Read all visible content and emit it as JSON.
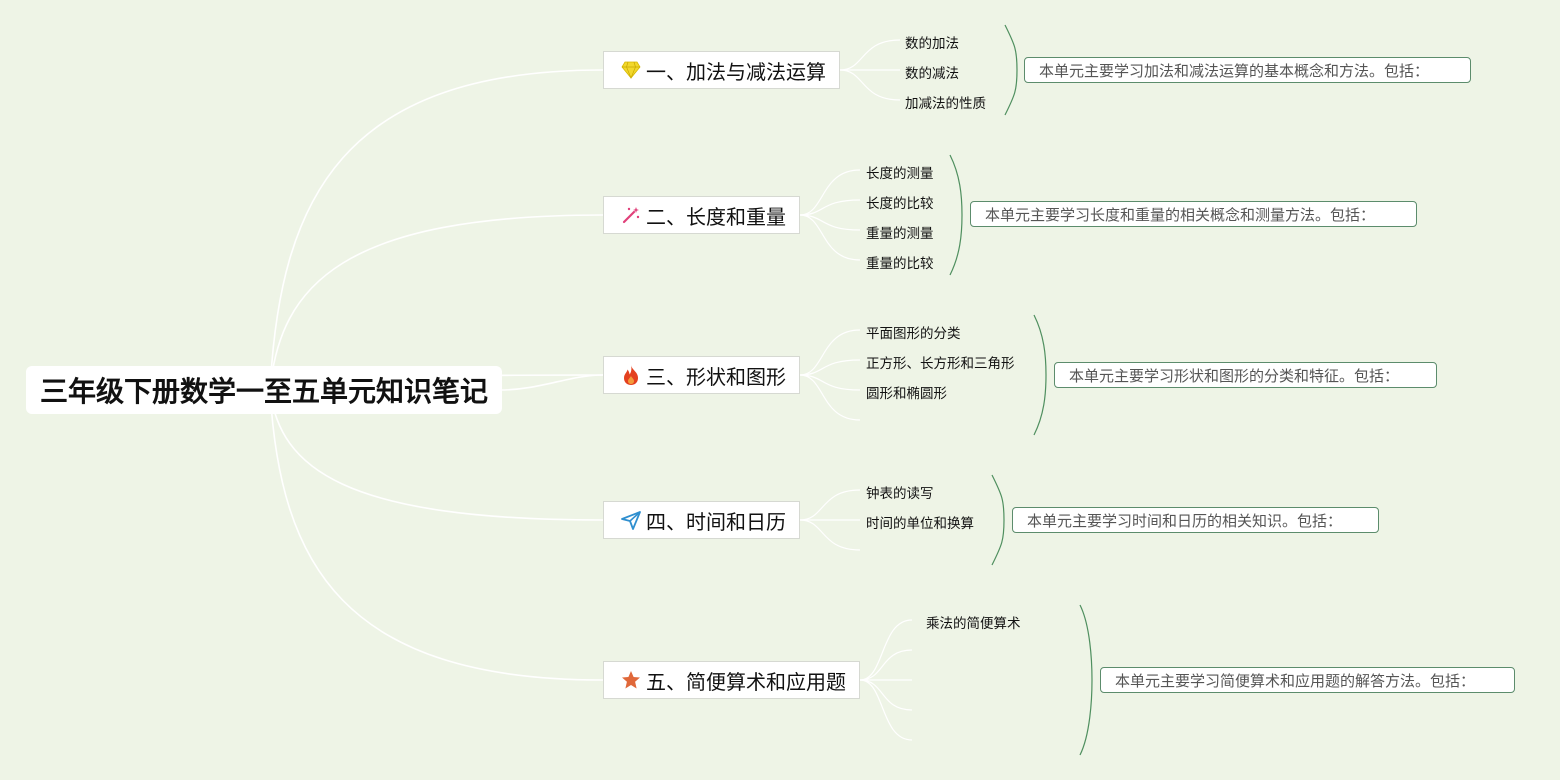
{
  "root": {
    "title": "三年级下册数学一至五单元知识笔记"
  },
  "branches": [
    {
      "title": "一、加法与减法运算",
      "icon": "diamond-icon",
      "icon_color": "#f2d82c",
      "leaves": [
        "数的加法",
        "数的减法",
        "加减法的性质"
      ],
      "summary": "本单元主要学习加法和减法运算的基本概念和方法。包括："
    },
    {
      "title": "二、长度和重量",
      "icon": "magic-wand-icon",
      "icon_color": "#e0407a",
      "leaves": [
        "长度的测量",
        "长度的比较",
        "重量的测量",
        "重量的比较"
      ],
      "summary": "本单元主要学习长度和重量的相关概念和测量方法。包括："
    },
    {
      "title": "三、形状和图形",
      "icon": "fire-icon",
      "icon_color": "#e4411f",
      "leaves": [
        "平面图形的分类",
        "正方形、长方形和三角形",
        "圆形和椭圆形"
      ],
      "summary": "本单元主要学习形状和图形的分类和特征。包括："
    },
    {
      "title": "四、时间和日历",
      "icon": "paper-plane-icon",
      "icon_color": "#2f8fcf",
      "leaves": [
        "钟表的读写",
        "时间的单位和换算"
      ],
      "summary": "本单元主要学习时间和日历的相关知识。包括："
    },
    {
      "title": "五、简便算术和应用题",
      "icon": "star-icon",
      "icon_color": "#e0683a",
      "leaves": [
        "乘法的简便算术"
      ],
      "summary": "本单元主要学习简便算术和应用题的解答方法。包括："
    }
  ],
  "colors": {
    "background": "#eef4e6",
    "connector": "#ffffff",
    "brace": "#4f8f5f",
    "summary_border": "#5c8c6c"
  }
}
